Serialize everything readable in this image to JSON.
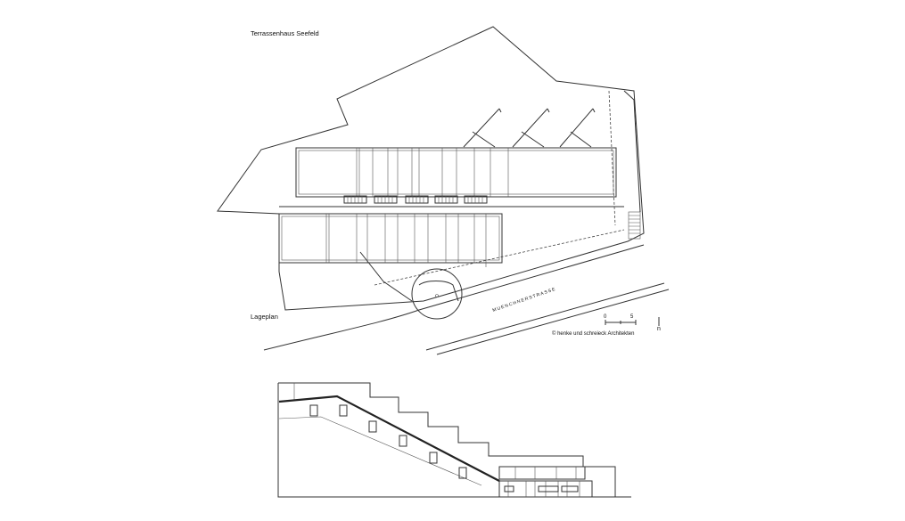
{
  "title": "Terrassenhaus  Seefeld",
  "site_plan_label": "Lageplan",
  "street_label": "MUENCHNERSTRASSE",
  "copyright": "© henke und schreieck Architekten",
  "scale_bar": {
    "zero": "0",
    "five": "5",
    "unit": "n"
  }
}
